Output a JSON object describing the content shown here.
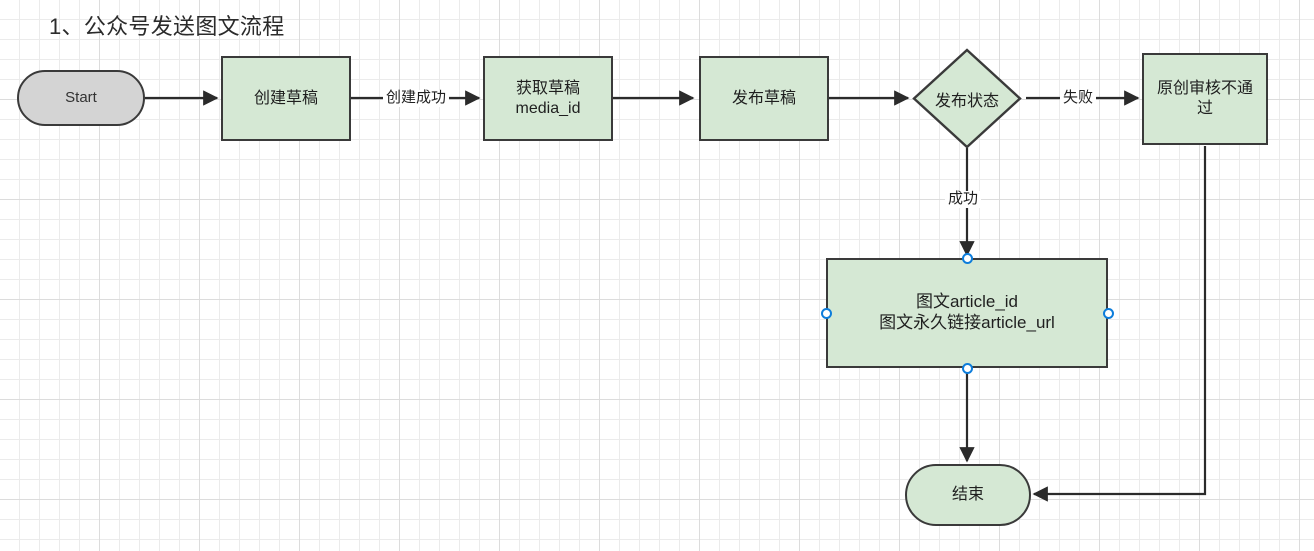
{
  "title": "1、公众号发送图文流程",
  "colors": {
    "process_fill": "#d5e8d4",
    "start_fill": "#d4d4d4",
    "stroke": "#3a3a3a",
    "selection_handle": "#0d7ddb",
    "grid_minor": "#ebebeb",
    "grid_major": "#dcdcdc",
    "text": "#1f1f1f"
  },
  "nodes": {
    "start": {
      "label": "Start",
      "shape": "terminator"
    },
    "create_draft": {
      "label": "创建草稿",
      "shape": "process"
    },
    "get_draft": {
      "label": "获取草稿\nmedia_id",
      "shape": "process"
    },
    "publish_draft": {
      "label": "发布草稿",
      "shape": "process"
    },
    "publish_status": {
      "label": "发布状态",
      "shape": "decision"
    },
    "original_check_failed": {
      "label": "原创审核不通\n过",
      "shape": "process"
    },
    "article_result": {
      "label": "图文article_id\n图文永久链接article_url",
      "shape": "process",
      "selected": true
    },
    "end": {
      "label": "结束",
      "shape": "terminator"
    }
  },
  "edge_labels": {
    "create_success": "创建成功",
    "failure": "失败",
    "success": "成功"
  }
}
